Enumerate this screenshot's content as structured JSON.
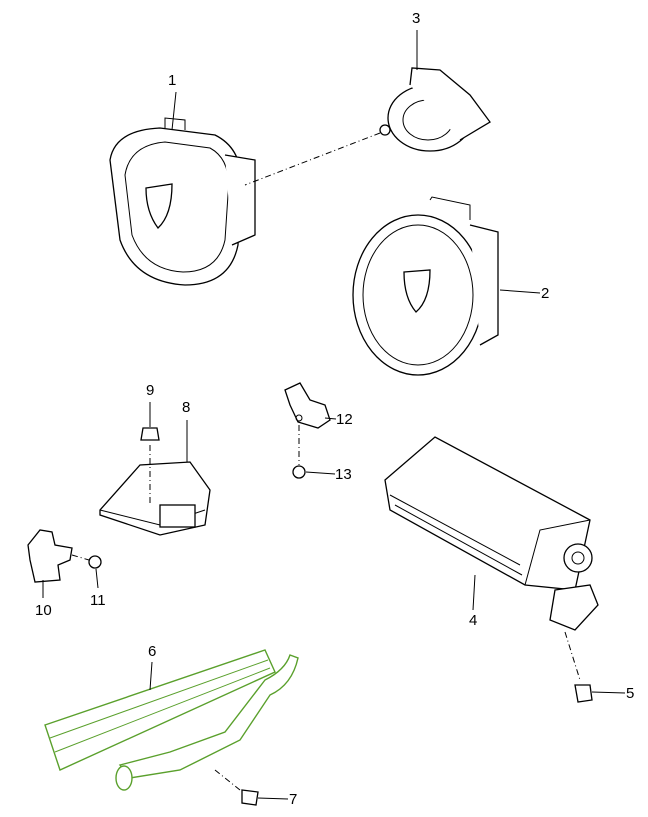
{
  "diagram": {
    "callouts": [
      "1",
      "2",
      "3",
      "4",
      "5",
      "6",
      "7",
      "8",
      "9",
      "10",
      "11",
      "12",
      "13"
    ],
    "colors": {
      "line": "#000000",
      "highlight": "#5aa02c"
    }
  }
}
